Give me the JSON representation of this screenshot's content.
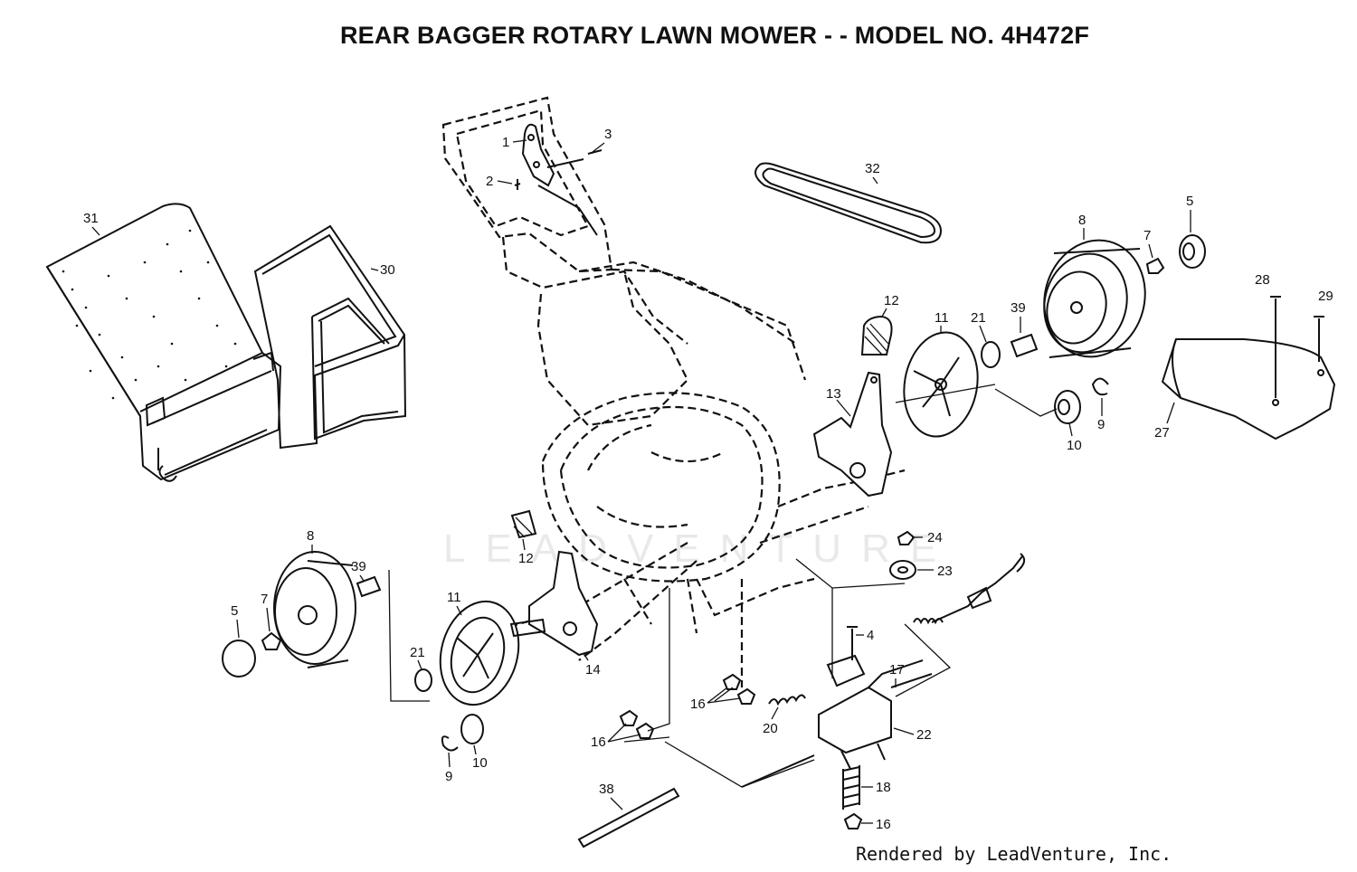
{
  "title": "REAR BAGGER ROTARY LAWN MOWER - - MODEL NO. 4H472F",
  "watermark": "LEADVENTURE",
  "footer": "Rendered by LeadVenture, Inc.",
  "callouts": [
    {
      "label": "1"
    },
    {
      "label": "2"
    },
    {
      "label": "3"
    },
    {
      "label": "32"
    },
    {
      "label": "31"
    },
    {
      "label": "30"
    },
    {
      "label": "8"
    },
    {
      "label": "7"
    },
    {
      "label": "5"
    },
    {
      "label": "12"
    },
    {
      "label": "11"
    },
    {
      "label": "21"
    },
    {
      "label": "39"
    },
    {
      "label": "28"
    },
    {
      "label": "29"
    },
    {
      "label": "13"
    },
    {
      "label": "9"
    },
    {
      "label": "10"
    },
    {
      "label": "27"
    },
    {
      "label": "24"
    },
    {
      "label": "12"
    },
    {
      "label": "23"
    },
    {
      "label": "8"
    },
    {
      "label": "39"
    },
    {
      "label": "11"
    },
    {
      "label": "5"
    },
    {
      "label": "7"
    },
    {
      "label": "14"
    },
    {
      "label": "4"
    },
    {
      "label": "21"
    },
    {
      "label": "17"
    },
    {
      "label": "16"
    },
    {
      "label": "20"
    },
    {
      "label": "22"
    },
    {
      "label": "16"
    },
    {
      "label": "9"
    },
    {
      "label": "10"
    },
    {
      "label": "18"
    },
    {
      "label": "38"
    },
    {
      "label": "16"
    }
  ]
}
